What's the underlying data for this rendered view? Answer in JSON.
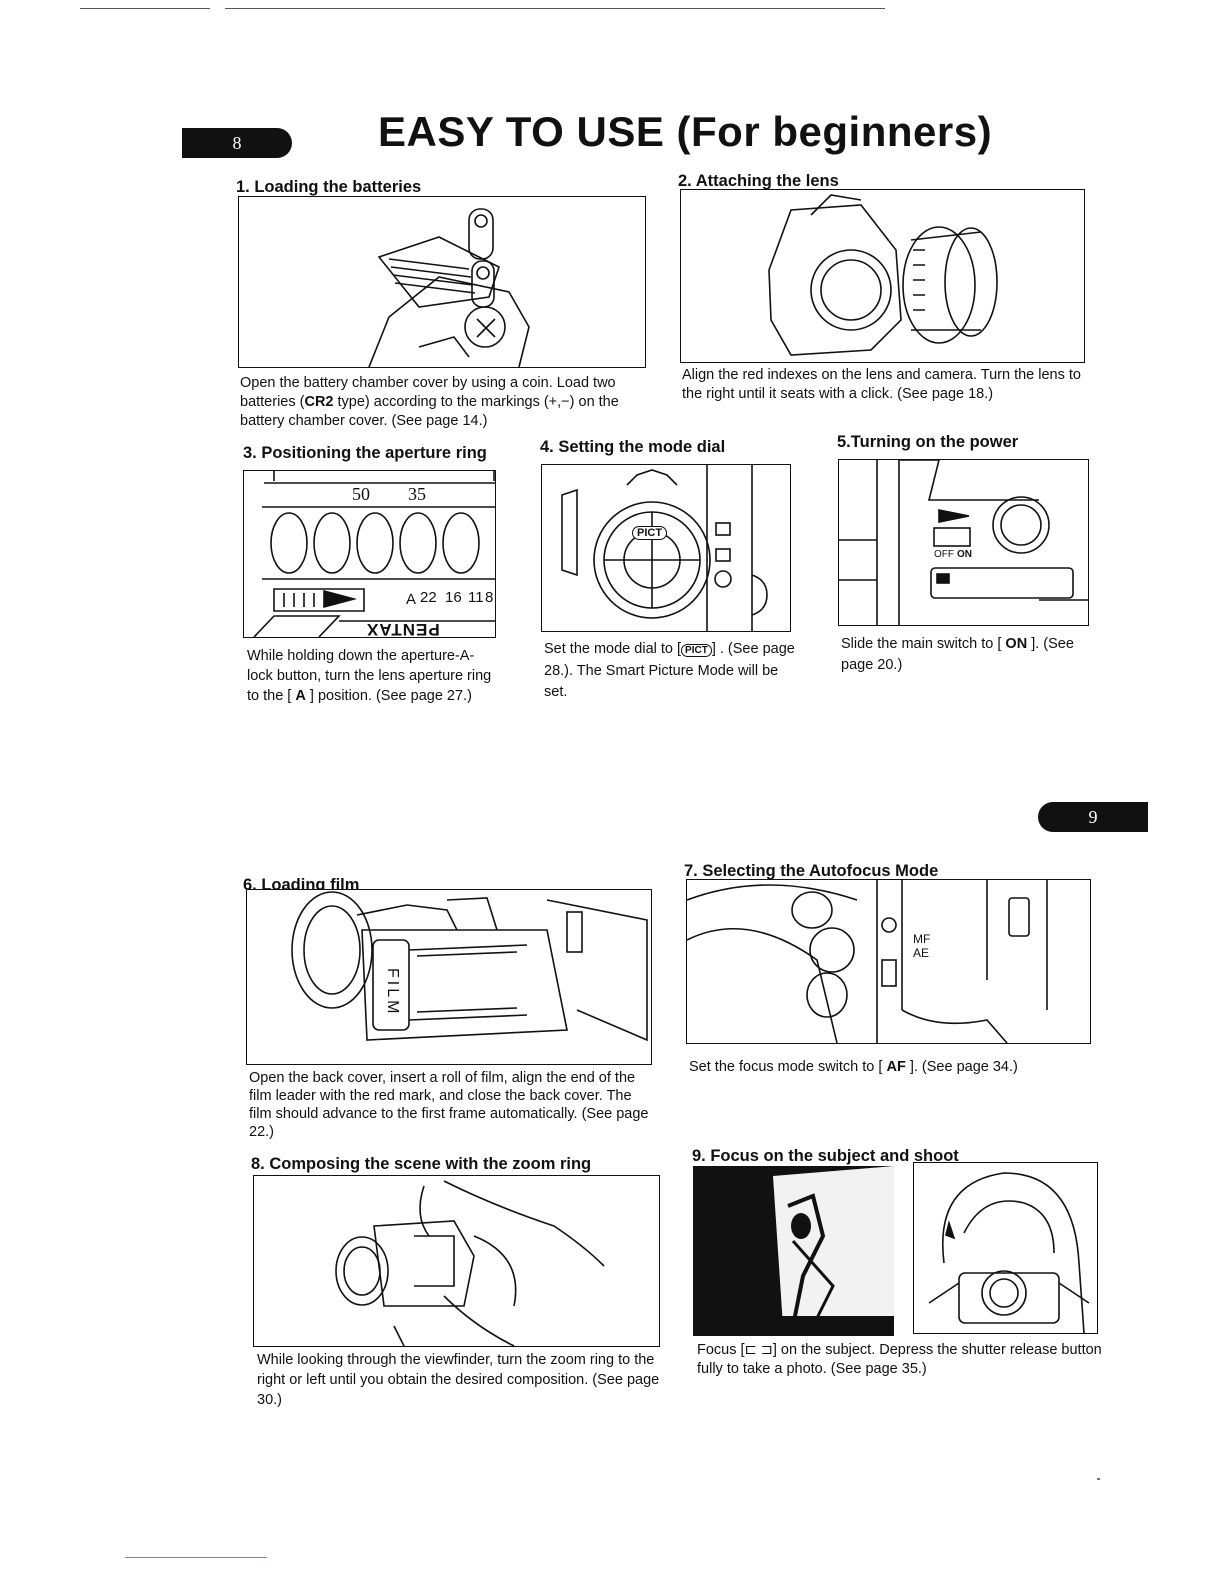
{
  "page": {
    "title": "EASY TO USE (For beginners)",
    "left_page_number": "8",
    "right_page_number": "9"
  },
  "steps": [
    {
      "heading": "1. Loading the batteries",
      "caption_parts": [
        "Open the battery chamber cover by using a coin. Load two batteries (",
        "CR2",
        " type) according to the markings (+,−) on the battery chamber cover. (See page 14.)"
      ]
    },
    {
      "heading": "2. Attaching the lens",
      "caption": "Align the red indexes on the lens and camera. Turn the lens to the right until it seats with a click. (See page 18.)"
    },
    {
      "heading": "3. Positioning the aperture ring",
      "caption_parts": [
        "While holding down the aperture-A-lock button, turn the lens aperture ring to the [ ",
        "A",
        " ] position. (See page 27.)"
      ],
      "scale_marks": [
        "50",
        "35"
      ],
      "aperture_marks": [
        "A",
        "22",
        "16",
        "11",
        "8"
      ],
      "lens_brand": "PENTAX"
    },
    {
      "heading": "4. Setting the mode dial",
      "caption_parts": [
        "Set the mode dial to [",
        "PICT",
        "] . (See page 28.). The Smart Picture Mode will be set."
      ],
      "dial_label": "PICT"
    },
    {
      "heading": "5.Turning on the power",
      "caption_parts": [
        "Slide the main switch to [ ",
        "ON",
        " ]. (See page 20.)"
      ],
      "switch_labels": [
        "OFF",
        "ON"
      ]
    },
    {
      "heading": "6. Loading film",
      "caption": "Open the back cover, insert a roll of film, align the end of the film leader with the red mark, and close the back cover. The film should advance to the first frame automatically. (See page 22.)",
      "cartridge_label": "FILM"
    },
    {
      "heading": "7. Selecting the Autofocus Mode",
      "caption_parts": [
        "Set the focus mode switch to [ ",
        "AF",
        " ]. (See page 34.)"
      ],
      "switch_labels": [
        "MF",
        "AE"
      ]
    },
    {
      "heading": "8. Composing the scene with the zoom ring",
      "caption": "While looking through the viewfinder, turn the zoom ring to the right or left until you obtain the desired composition. (See page 30.)"
    },
    {
      "heading": "9. Focus on the subject and shoot",
      "caption": "Focus [⊏ ⊐] on the subject. Depress the shutter release button fully to take a photo. (See page 35.)"
    }
  ],
  "colors": {
    "ink": "#111111",
    "paper": "#ffffff"
  },
  "icons": [
    "battery-illustration",
    "lens-illustration",
    "mode-dial-illustration",
    "power-switch-illustration",
    "film-illustration",
    "focus-switch-illustration",
    "photographer-illustration"
  ]
}
